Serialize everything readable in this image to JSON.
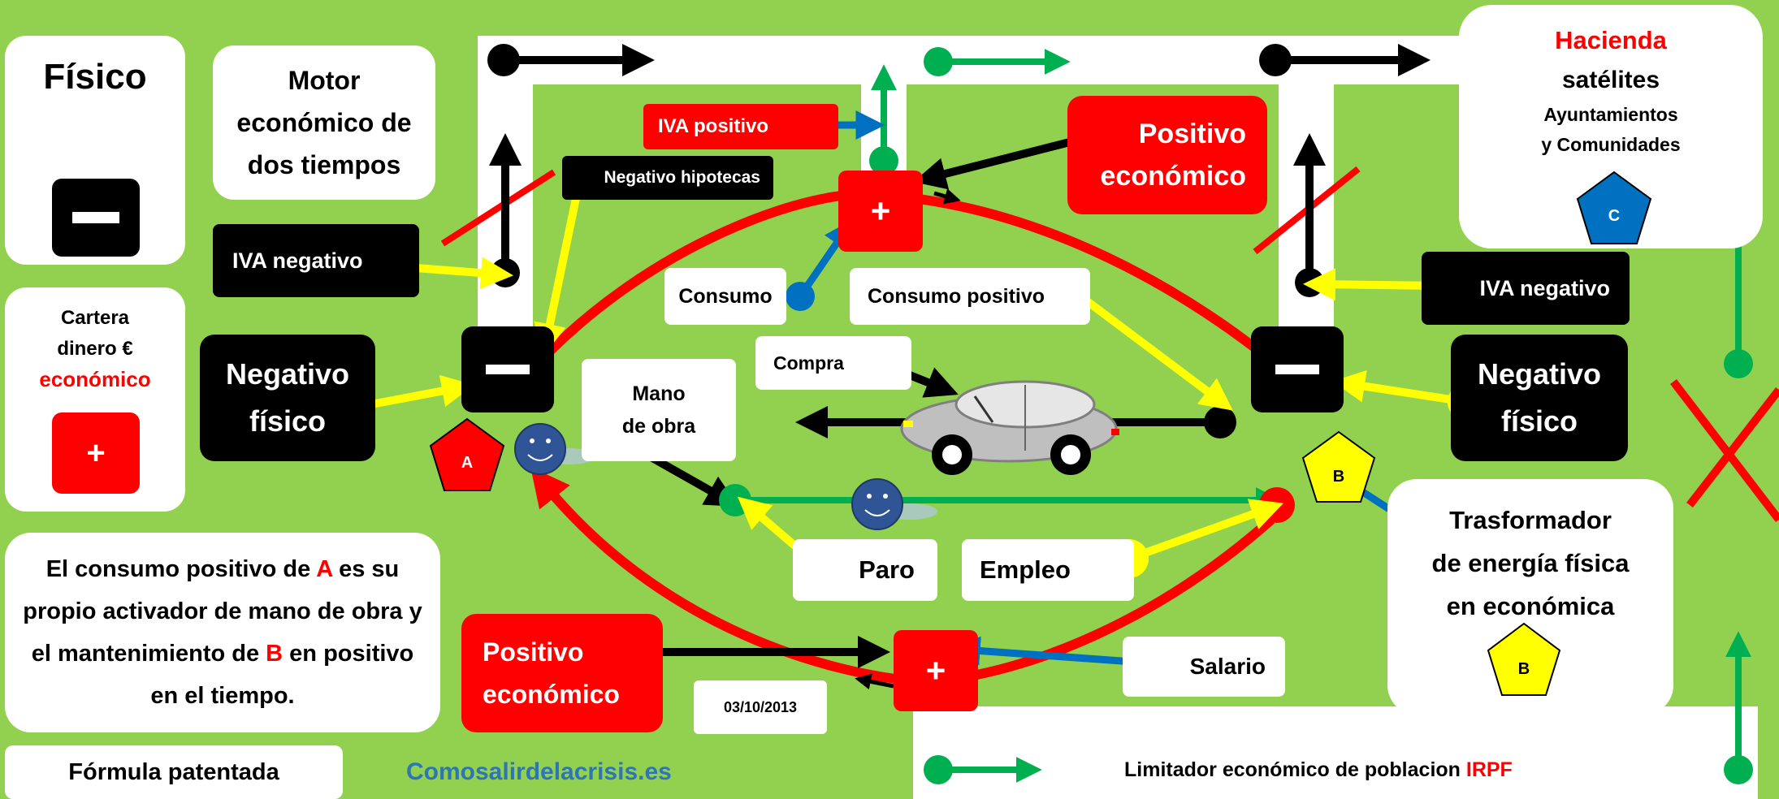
{
  "legend": {
    "fisico": "Físico",
    "cartera_l1": "Cartera",
    "cartera_l2": "dinero €",
    "cartera_l3": "económico",
    "minus_sign": "−",
    "plus_sign": "+"
  },
  "motor": {
    "l1": "Motor",
    "l2": "económico de",
    "l3": "dos tiempos"
  },
  "labels": {
    "iva_negativo_left": "IVA negativo",
    "iva_negativo_right": "IVA negativo",
    "negativo_fisico_left_l1": "Negativo",
    "negativo_fisico_left_l2": "físico",
    "negativo_fisico_right_l1": "Negativo",
    "negativo_fisico_right_l2": "físico",
    "negativo_hipotecas": "Negativo hipotecas",
    "iva_positivo": "IVA positivo",
    "positivo_economico_top_l1": "Positivo",
    "positivo_economico_top_l2": "económico",
    "positivo_economico_bottom_l1": "Positivo",
    "positivo_economico_bottom_l2": "económico",
    "consumo": "Consumo",
    "consumo_positivo": "Consumo positivo",
    "compra": "Compra",
    "mano_l1": "Mano",
    "mano_l2": "de obra",
    "paro": "Paro",
    "empleo": "Empleo",
    "salario": "Salario",
    "date": "03/10/2013"
  },
  "hacienda": {
    "title": "Hacienda",
    "l1": "satélites",
    "l2": "Ayuntamientos",
    "l3": "y Comunidades",
    "badge": "C"
  },
  "trasformador": {
    "l1": "Trasformador",
    "l2": "de energía física",
    "l3": "en económica",
    "badge": "B"
  },
  "nodes": {
    "a": "A",
    "b": "B",
    "plus": "+",
    "minus": "−"
  },
  "statement": {
    "p1": "El consumo positivo de ",
    "a": "A",
    "p2": " es su propio activador de mano de obra y el mantenimiento de ",
    "b": "B",
    "p3": " en positivo en el tiempo."
  },
  "footer": {
    "formula": "Fórmula patentada",
    "site": "Comosalirdelacrisis.es",
    "limitador": "Limitador económico de poblacion ",
    "irpf": "IRPF"
  },
  "colors": {
    "background": "#92d050",
    "red": "#ff0000",
    "black": "#000000",
    "yellow": "#ffff00",
    "green": "#00b050",
    "blue": "#0070c0",
    "white": "#ffffff"
  }
}
